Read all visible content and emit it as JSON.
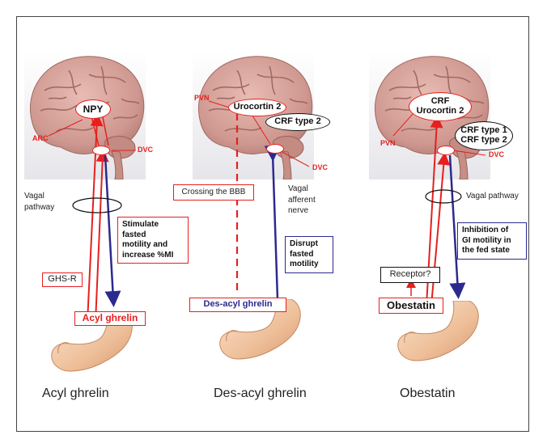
{
  "panels": {
    "acyl": {
      "caption": "Acyl ghrelin",
      "center_oval": "NPY",
      "arc": "ARC",
      "dvc": "DVC",
      "vagal": "Vagal\npathway",
      "stimulate": "Stimulate\nfasted\nmotility and\nincrease %MI",
      "ghsr": "GHS-R",
      "ghrelin": "Acyl ghrelin"
    },
    "desacyl": {
      "caption": "Des-acyl ghrelin",
      "pvn": "PVN",
      "urocortin": "Urocortin 2",
      "crf": "CRF type 2",
      "dvc": "DVC",
      "bbb": "Crossing the BBB",
      "afferent": "Vagal\nafferent\nnerve",
      "disrupt": "Disrupt\nfasted\nmotility",
      "ghrelin": "Des-acyl ghrelin"
    },
    "obestatin": {
      "caption": "Obestatin",
      "pvn": "PVN",
      "crf_urocortin": "CRF\nUrocortin 2",
      "crf_types": "CRF type 1\nCRF type 2",
      "dvc": "DVC",
      "vagal": "Vagal pathway",
      "inhibition": "Inhibition of\nGI motility in\nthe fed state",
      "receptor": "Receptor?",
      "ghrelin": "Obestatin"
    }
  },
  "colors": {
    "red": "#e5201f",
    "blue": "#2c2a8f",
    "brain": "#d7a7a0",
    "stomach": "#efc9a8"
  }
}
